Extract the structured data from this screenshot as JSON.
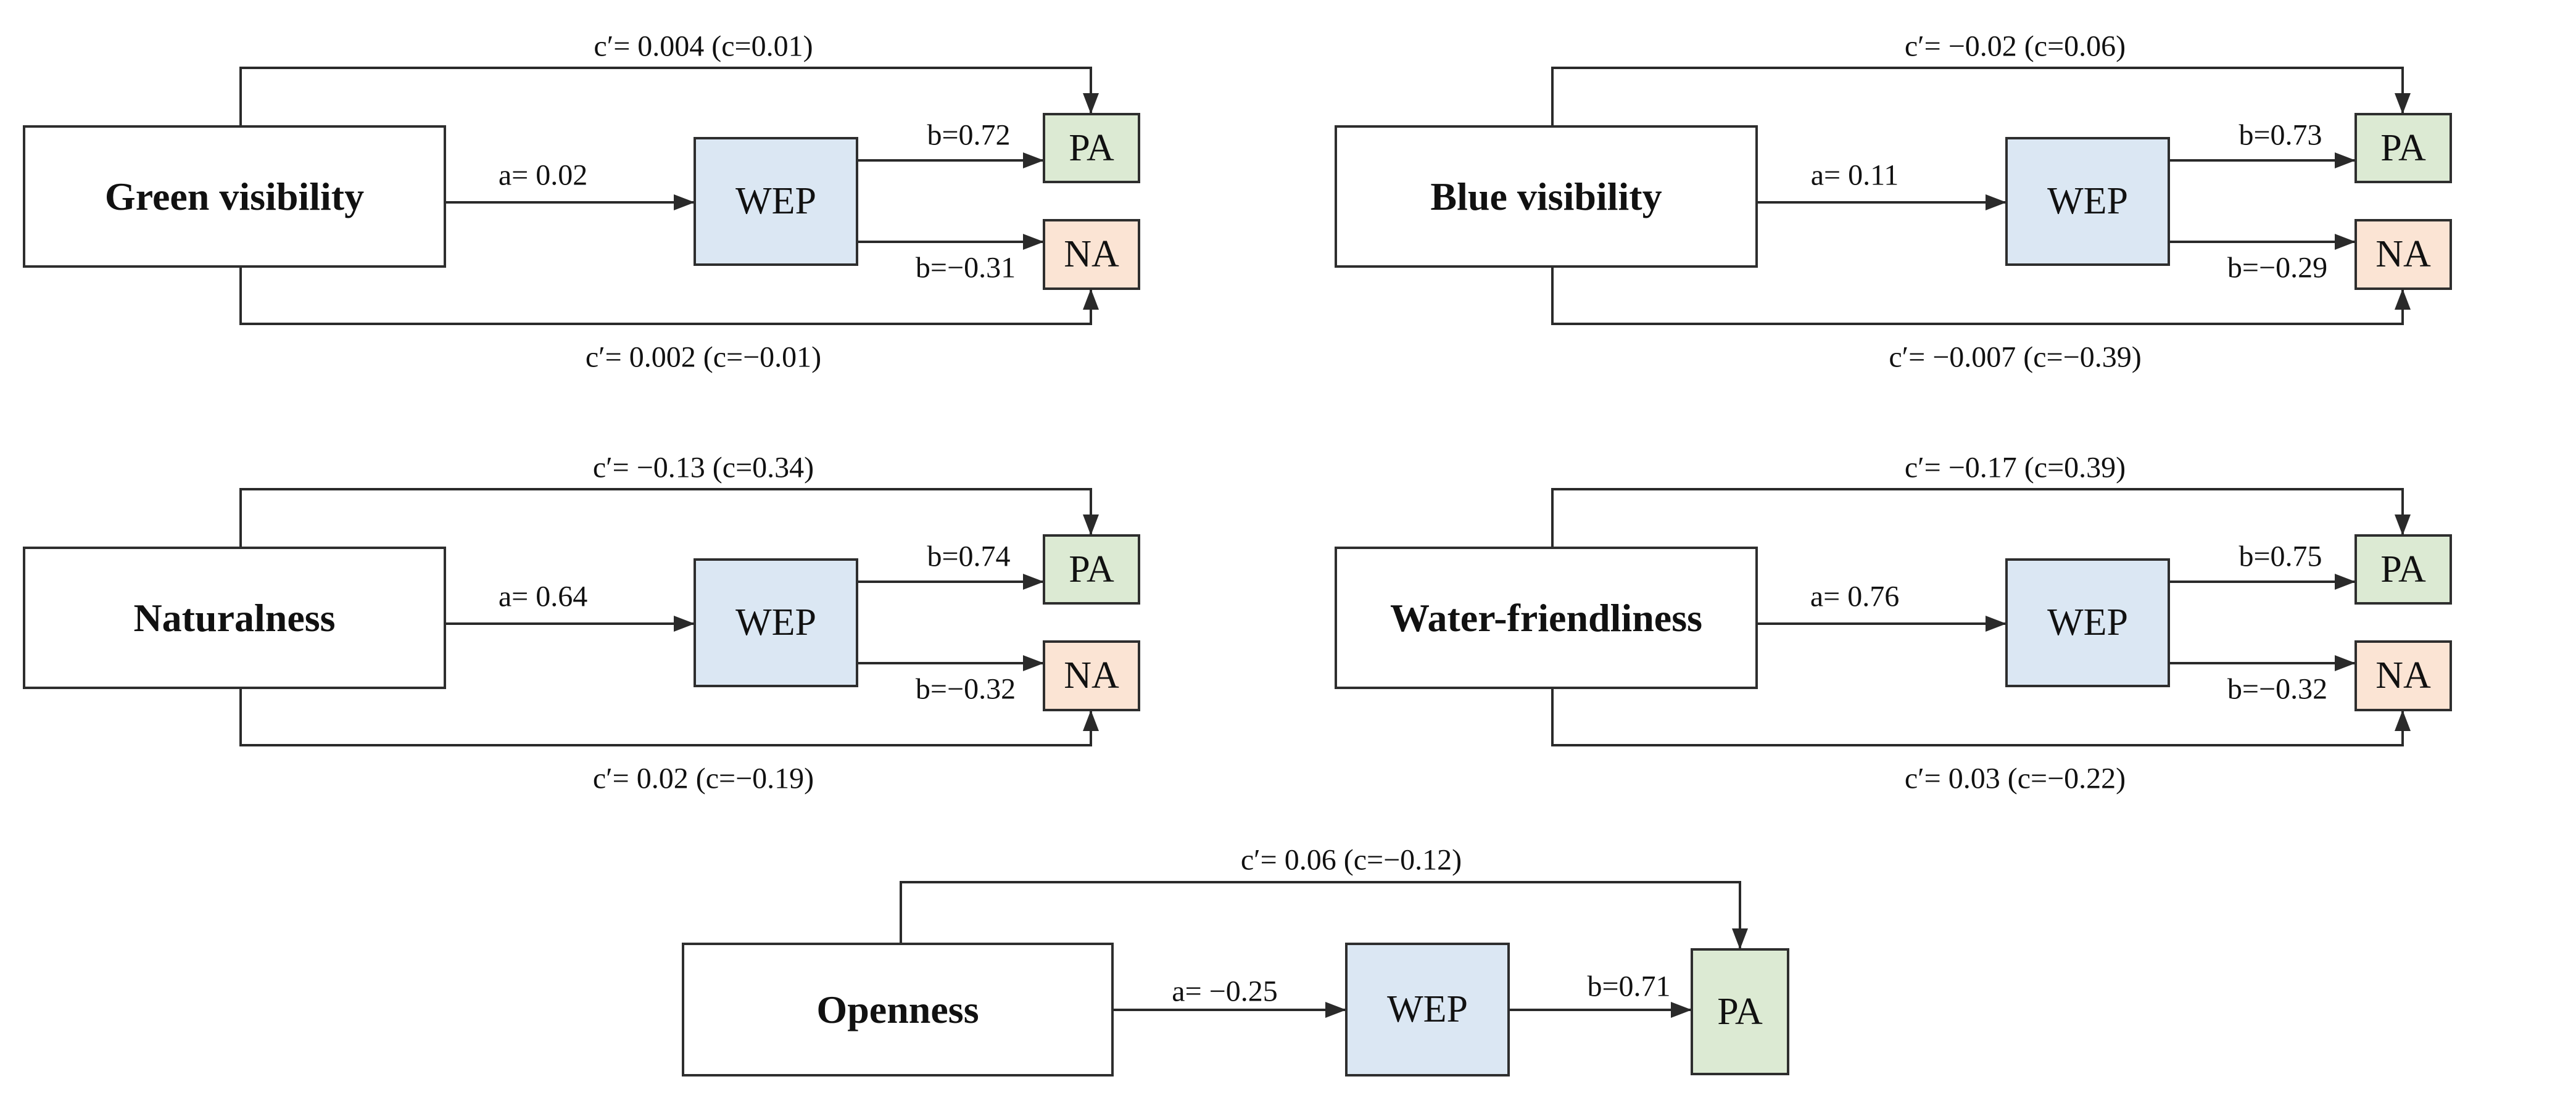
{
  "figure": {
    "description": "Five mediation path diagrams with WEP as mediator between environment attributes and affect (PA, NA)"
  },
  "mediator_label": "WEP",
  "pa_label": "PA",
  "na_label": "NA",
  "colors": {
    "predictor_fill": "#ffffff",
    "mediator_fill": "#dbe7f3",
    "pa_fill": "#dcead3",
    "na_fill": "#fbe4d4",
    "line": "#2a2a2a",
    "border": "#2e2e2e"
  },
  "panels": [
    {
      "predictor": "Green visibility",
      "a_label": "a= 0.02",
      "b_pa_label": "b=0.72",
      "b_na_label": "b=−0.31",
      "top_label": "c′= 0.004  (c=0.01)",
      "bottom_label": "c′= 0.002  (c=−0.01)"
    },
    {
      "predictor": "Blue visibility",
      "a_label": "a= 0.11",
      "b_pa_label": "b=0.73",
      "b_na_label": "b=−0.29",
      "top_label": "c′= −0.02  (c=0.06)",
      "bottom_label": "c′= −0.007  (c=−0.39)"
    },
    {
      "predictor": "Naturalness",
      "a_label": "a= 0.64",
      "b_pa_label": "b=0.74",
      "b_na_label": "b=−0.32",
      "top_label": "c′= −0.13  (c=0.34)",
      "bottom_label": "c′= 0.02  (c=−0.19)"
    },
    {
      "predictor": "Water-friendliness",
      "a_label": "a= 0.76",
      "b_pa_label": "b=0.75",
      "b_na_label": "b=−0.32",
      "top_label": "c′= −0.17  (c=0.39)",
      "bottom_label": "c′= 0.03  (c=−0.22)"
    },
    {
      "predictor": "Openness",
      "a_label": "a= −0.25",
      "b_pa_label": "b=0.71",
      "top_label": "c′= 0.06  (c=−0.12)"
    }
  ]
}
